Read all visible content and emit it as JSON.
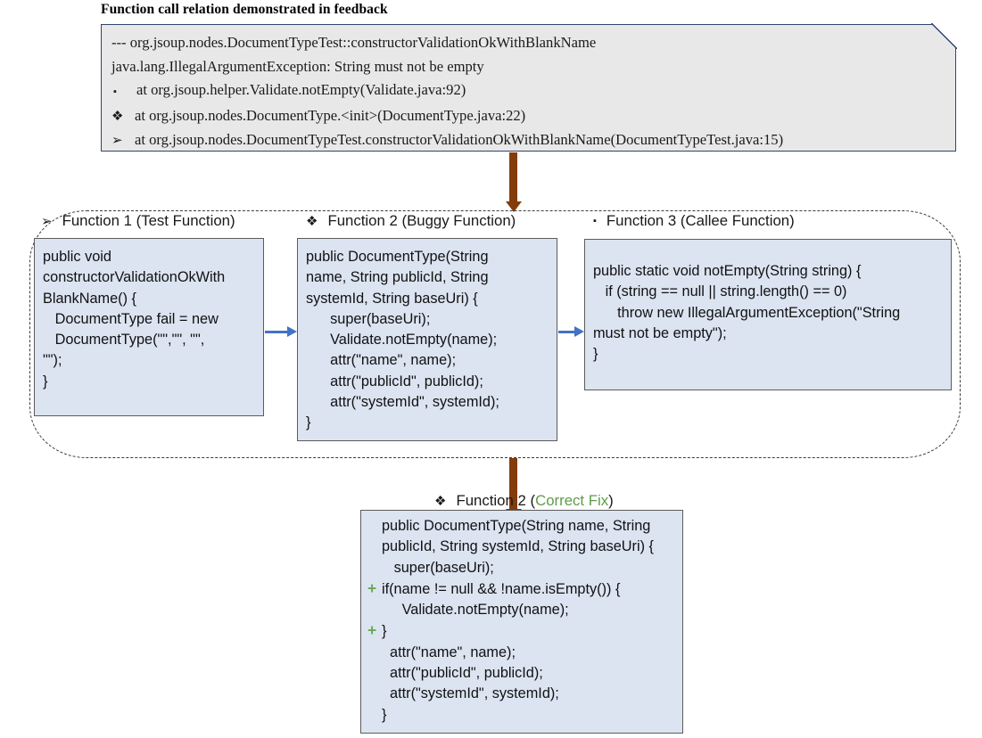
{
  "title": "Function call relation demonstrated in feedback",
  "feedback": {
    "header_lines": [
      "--- org.jsoup.nodes.DocumentTypeTest::constructorValidationOkWithBlankName",
      "java.lang.IllegalArgumentException: String must not be empty"
    ],
    "stack_frames": [
      {
        "bullet": "▪",
        "bullet_name": "square-bullet-icon",
        "text": "at org.jsoup.helper.Validate.notEmpty(Validate.java:92)"
      },
      {
        "bullet": "❖",
        "bullet_name": "diamond-bullet-icon",
        "text": "at org.jsoup.nodes.DocumentType.<init>(DocumentType.java:22)"
      },
      {
        "bullet": "➢",
        "bullet_name": "arrowhead-bullet-icon",
        "text": "at org.jsoup.nodes.DocumentTypeTest.constructorValidationOkWithBlankName(DocumentTypeTest.java:15)"
      }
    ]
  },
  "functions": {
    "fn1": {
      "glyph": "➢",
      "label": "Function 1 (Test Function)",
      "code": "public void\nconstructorValidationOkWith\nBlankName() {\n   DocumentType fail = new\n   DocumentType(\"\",\"\", \"\",\n\"\");\n}"
    },
    "fn2": {
      "glyph": "❖",
      "label": "Function 2 (Buggy Function)",
      "code": "public DocumentType(String\nname, String publicId, String\nsystemId, String baseUri) {\n      super(baseUri);\n      Validate.notEmpty(name);\n      attr(\"name\", name);\n      attr(\"publicId\", publicId);\n      attr(\"systemId\", systemId);\n}"
    },
    "fn3": {
      "glyph": "▪",
      "label": "Function 3 (Callee Function)",
      "code": "public static void notEmpty(String string) {\n   if (string == null || string.length() == 0)\n      throw new IllegalArgumentException(\"String\nmust not be empty\");\n}"
    },
    "fix": {
      "glyph": "❖",
      "label_prefix": "Function 2 (",
      "label_tag": "Correct Fix",
      "label_suffix": ")",
      "lines": [
        {
          "marker": "",
          "text": "public DocumentType(String name, String"
        },
        {
          "marker": "",
          "text": "publicId, String systemId, String baseUri) {"
        },
        {
          "marker": "",
          "text": "   super(baseUri);"
        },
        {
          "marker": "+",
          "text": "if(name != null && !name.isEmpty()) {"
        },
        {
          "marker": "",
          "text": "     Validate.notEmpty(name);"
        },
        {
          "marker": "+",
          "text": "}"
        },
        {
          "marker": "",
          "text": "  attr(\"name\", name);"
        },
        {
          "marker": "",
          "text": "  attr(\"publicId\", publicId);"
        },
        {
          "marker": "",
          "text": "  attr(\"systemId\", systemId);"
        },
        {
          "marker": "",
          "text": "}"
        }
      ]
    }
  },
  "colors": {
    "code_box_fill": "#dce4f2",
    "code_box_border": "#5b5b5b",
    "feedback_fill": "#e8e8e8",
    "feedback_border": "#2e4470",
    "brown_arrow": "#833c0c",
    "blue_arrow": "#4472c4",
    "diff_plus_green": "#6aa84f",
    "correct_fix_green": "#5f9c4a",
    "group_dash_border": "#3a3a3a"
  }
}
